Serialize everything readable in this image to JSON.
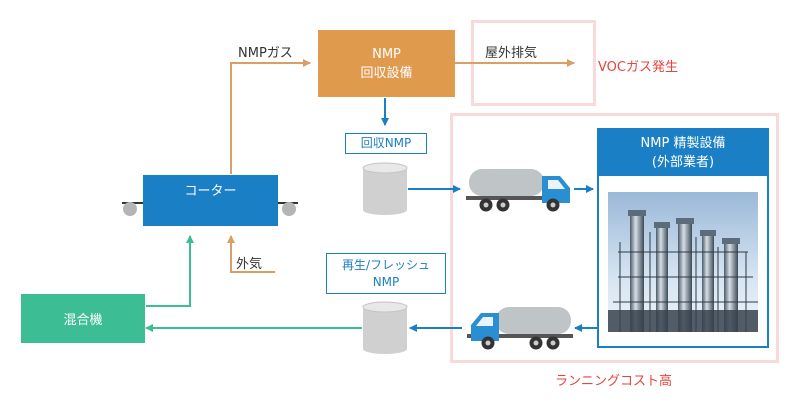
{
  "recovery_unit": {
    "line1": "NMP",
    "line2": "回収設備"
  },
  "coater": {
    "label": "コーター"
  },
  "mixer": {
    "label": "混合機"
  },
  "nmp_gas_label": "NMPガス",
  "outdoor_exhaust_label": "屋外排気",
  "voc_warning": "VOCガス発生",
  "recovered_nmp_label": "回収NMP",
  "outside_air_label": "外気",
  "refresh_nmp": {
    "line1": "再生/フレッシュ",
    "line2": "NMP"
  },
  "refinery": {
    "line1": "NMP 精製設備",
    "line2": "(外部業者)"
  },
  "running_cost_warning": "ランニングコスト高",
  "colors": {
    "orange": "#e09a4e",
    "orange_arrow": "#d9a066",
    "blue": "#1a7fc4",
    "green": "#3cbd94",
    "pink": "#f9dada",
    "red": "#e8433c"
  }
}
